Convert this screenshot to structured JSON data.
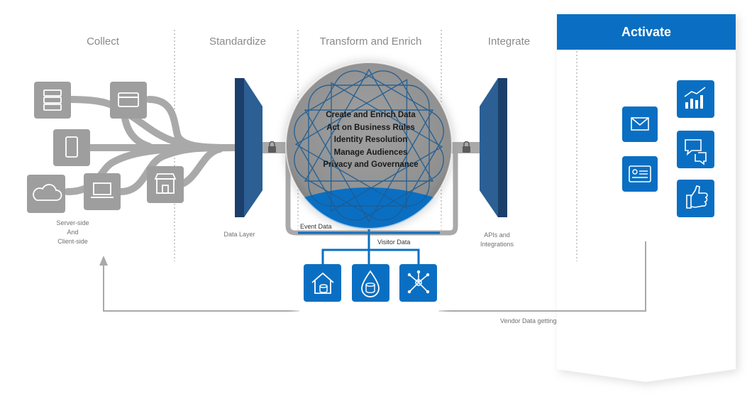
{
  "stages": {
    "collect": "Collect",
    "standardize": "Standardize",
    "transform": "Transform and Enrich",
    "integrate": "Integrate",
    "activate": "Activate"
  },
  "labels": {
    "server_side": "Server-side",
    "and": "And",
    "client_side": "Client-side",
    "data_layer": "Data Layer",
    "event_data": "Event Data",
    "visitor_data": "Visitor Data",
    "apis_and": "APIs and",
    "integrations": "Integrations",
    "vendor_data": "Vendor Data getting"
  },
  "core_functions": [
    "Create and Enrich Data",
    "Act on Business Rules",
    "Identity Resolution",
    "Manage Audiences",
    "Privacy and Governance"
  ],
  "colors": {
    "accent": "#0a6fc2",
    "gate": "#1b3f6a",
    "source_icon": "#9e9e9e",
    "pipe": "#a9a9a9",
    "stage_text": "#8a8a8a"
  },
  "icons": {
    "sources": [
      "server-icon",
      "credit-card-icon",
      "mobile-phone-icon",
      "cloud-icon",
      "laptop-icon",
      "store-icon"
    ],
    "storage": [
      "house-database-icon",
      "data-drop-icon",
      "network-hub-icon"
    ],
    "outputs": [
      "analytics-chart-icon",
      "email-icon",
      "chat-icon",
      "id-card-icon",
      "thumbs-up-icon"
    ]
  }
}
